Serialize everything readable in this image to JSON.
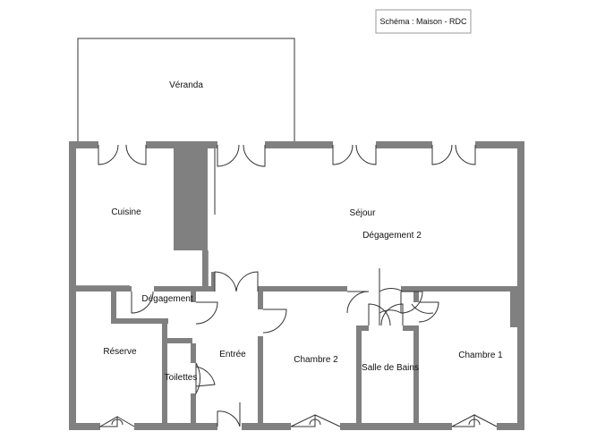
{
  "title": "Schéma : Maison - RDC",
  "rooms": {
    "veranda": "Véranda",
    "cuisine": "Cuisine",
    "sejour": "Séjour",
    "degagement2": "Dégagement 2",
    "degagement": "Dégagement",
    "reserve": "Réserve",
    "toilettes": "Toilettes",
    "entree": "Entrée",
    "chambre2": "Chambre 2",
    "salle_de_bains": "Salle de Bains",
    "chambre1": "Chambre 1"
  },
  "colors": {
    "wall": "#808080",
    "line": "#333333",
    "background": "#ffffff"
  }
}
